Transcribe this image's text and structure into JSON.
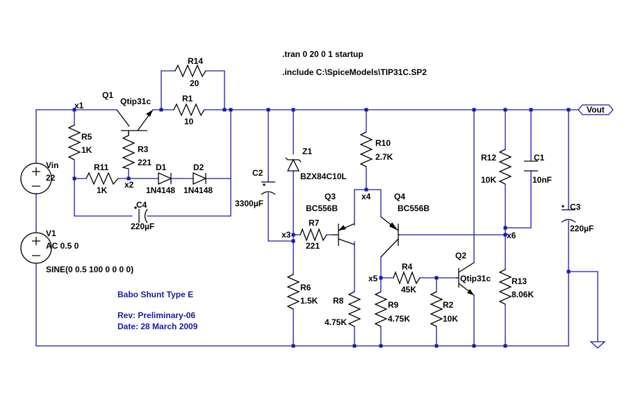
{
  "directives": {
    "tran": ".tran 0 20 0 1 startup",
    "include": ".include C:\\SpiceModels\\TIP31C.SP2"
  },
  "nets": {
    "x1": "x1",
    "x2": "x2",
    "x3": "x3",
    "x4": "x4",
    "x5": "x5",
    "x6": "x6",
    "vout": "Vout"
  },
  "parts": {
    "Q1": {
      "ref": "Q1",
      "value": "Qtip31c"
    },
    "Q2": {
      "ref": "Q2",
      "value": "Qtip31c"
    },
    "Q3": {
      "ref": "Q3",
      "value": "BC556B"
    },
    "Q4": {
      "ref": "Q4",
      "value": "BC556B"
    },
    "R1": {
      "ref": "R1",
      "value": "10"
    },
    "R2": {
      "ref": "R2",
      "value": "10K"
    },
    "R3": {
      "ref": "R3",
      "value": "221"
    },
    "R4": {
      "ref": "R4",
      "value": "45K"
    },
    "R5": {
      "ref": "R5",
      "value": "1K"
    },
    "R6": {
      "ref": "R6",
      "value": "1.5K"
    },
    "R7": {
      "ref": "R7",
      "value": "221"
    },
    "R8": {
      "ref": "R8",
      "value": "4.75K"
    },
    "R9": {
      "ref": "R9",
      "value": "4.75K"
    },
    "R10": {
      "ref": "R10",
      "value": "2.7K"
    },
    "R11": {
      "ref": "R11",
      "value": "1K"
    },
    "R12": {
      "ref": "R12",
      "value": "10K"
    },
    "R13": {
      "ref": "R13",
      "value": "8.06K"
    },
    "R14": {
      "ref": "R14",
      "value": "20"
    },
    "C1": {
      "ref": "C1",
      "value": "10nF"
    },
    "C2": {
      "ref": "C2",
      "value": "3300µF"
    },
    "C3": {
      "ref": "C3",
      "value": "220µF"
    },
    "C4": {
      "ref": "C4",
      "value": "220µF"
    },
    "D1": {
      "ref": "D1",
      "value": "1N4148"
    },
    "D2": {
      "ref": "D2",
      "value": "1N4148"
    },
    "Z1": {
      "ref": "Z1",
      "value": "BZX84C10L"
    },
    "Vin": {
      "ref": "Vin",
      "value": "22"
    },
    "V1": {
      "ref": "V1",
      "value": "AC 0.5 0",
      "value2": "SINE(0 0.5 100 0 0 0 0)"
    }
  },
  "info": {
    "title": "Babo Shunt Type E",
    "rev": "Rev: Preliminary-06",
    "date": "Date: 28 March 2009"
  },
  "colors": {
    "wire": "#1a1aa6",
    "component": "#000000",
    "comment": "#1a1aa6"
  }
}
